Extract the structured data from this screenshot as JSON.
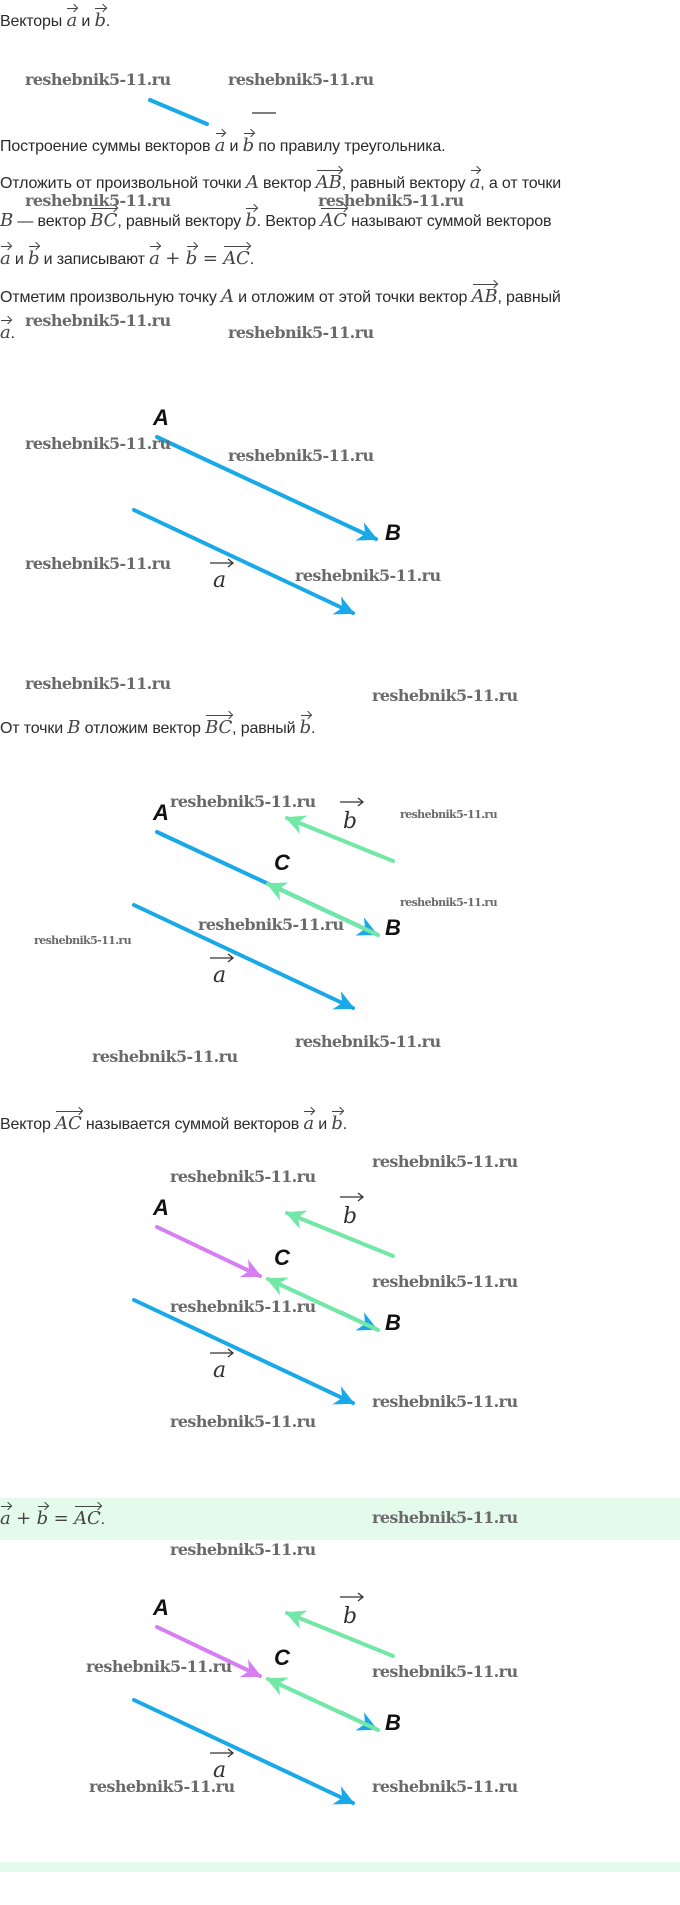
{
  "text": {
    "lines": [
      [
        {
          "t": "Векторы "
        },
        {
          "v": "a"
        },
        {
          "t": " и "
        },
        {
          "v": "b"
        },
        {
          "t": "."
        }
      ],
      [
        {
          "t": "Построение суммы векторов "
        },
        {
          "v": "a"
        },
        {
          "t": " и "
        },
        {
          "v": "b"
        },
        {
          "t": " по правилу треугольника."
        }
      ],
      [
        {
          "t": "Отложить от произвольной точки "
        },
        {
          "m": "A"
        },
        {
          "t": " вектор "
        },
        {
          "v": "AB"
        },
        {
          "t": ", равный вектору "
        },
        {
          "v": "a"
        },
        {
          "t": ", а от точки"
        }
      ],
      [
        {
          "m": "B"
        },
        {
          "t": " — вектор "
        },
        {
          "v": "BC"
        },
        {
          "t": ", равный вектору "
        },
        {
          "v": "b"
        },
        {
          "t": ". Вектор "
        },
        {
          "v": "AC"
        },
        {
          "t": " называют суммой векторов"
        }
      ],
      [
        {
          "v": "a"
        },
        {
          "t": " и "
        },
        {
          "v": "b"
        },
        {
          "t": " и записывают "
        },
        {
          "v": "a"
        },
        {
          "o": " + "
        },
        {
          "v": "b"
        },
        {
          "o": " = "
        },
        {
          "v": "AC"
        },
        {
          "t": "."
        }
      ],
      [
        {
          "t": "Отметим произвольную точку "
        },
        {
          "m": "A"
        },
        {
          "t": " и отложим от этой точки вектор "
        },
        {
          "v": "AB"
        },
        {
          "t": ", равный"
        }
      ],
      [
        {
          "v": "a"
        },
        {
          "t": "."
        }
      ],
      [
        {
          "t": "От точки "
        },
        {
          "m": "B"
        },
        {
          "t": " отложим вектор "
        },
        {
          "v": "BC"
        },
        {
          "t": ", равный "
        },
        {
          "v": "b"
        },
        {
          "t": "."
        }
      ],
      [
        {
          "t": "Вектор "
        },
        {
          "v": "AC"
        },
        {
          "t": " называется суммой векторов "
        },
        {
          "v": "a"
        },
        {
          "t": " и "
        },
        {
          "v": "b"
        },
        {
          "t": "."
        }
      ],
      [
        {
          "v": "a"
        },
        {
          "o": " + "
        },
        {
          "v": "b"
        },
        {
          "o": " = "
        },
        {
          "v": "AC"
        },
        {
          "t": "."
        }
      ]
    ]
  },
  "diagram_labels": {
    "A": "A",
    "B": "B",
    "C": "C",
    "a": "a",
    "b": "b"
  },
  "watermark": "reshebnik5-11.ru",
  "colors": {
    "vector_a": "#19a8e8",
    "vector_b": "#72e8a6",
    "vector_sum": "#d67ef2",
    "highlight": "#e4fbec"
  }
}
